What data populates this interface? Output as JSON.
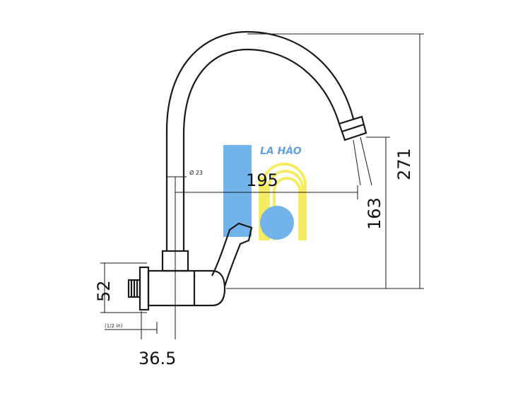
{
  "dimensions": {
    "reach": "195",
    "total_height": "271",
    "outlet_height": "163",
    "body_height": "52",
    "body_depth": "36.5",
    "spout_diameter_note": "Ø 23",
    "base_note": "(1/2 in)"
  },
  "watermark": {
    "text": "LA HÀO",
    "colors": {
      "blue": "#5aa6e8",
      "yellow": "#f5e94a"
    }
  },
  "colors": {
    "line": "#1a1a1a"
  }
}
